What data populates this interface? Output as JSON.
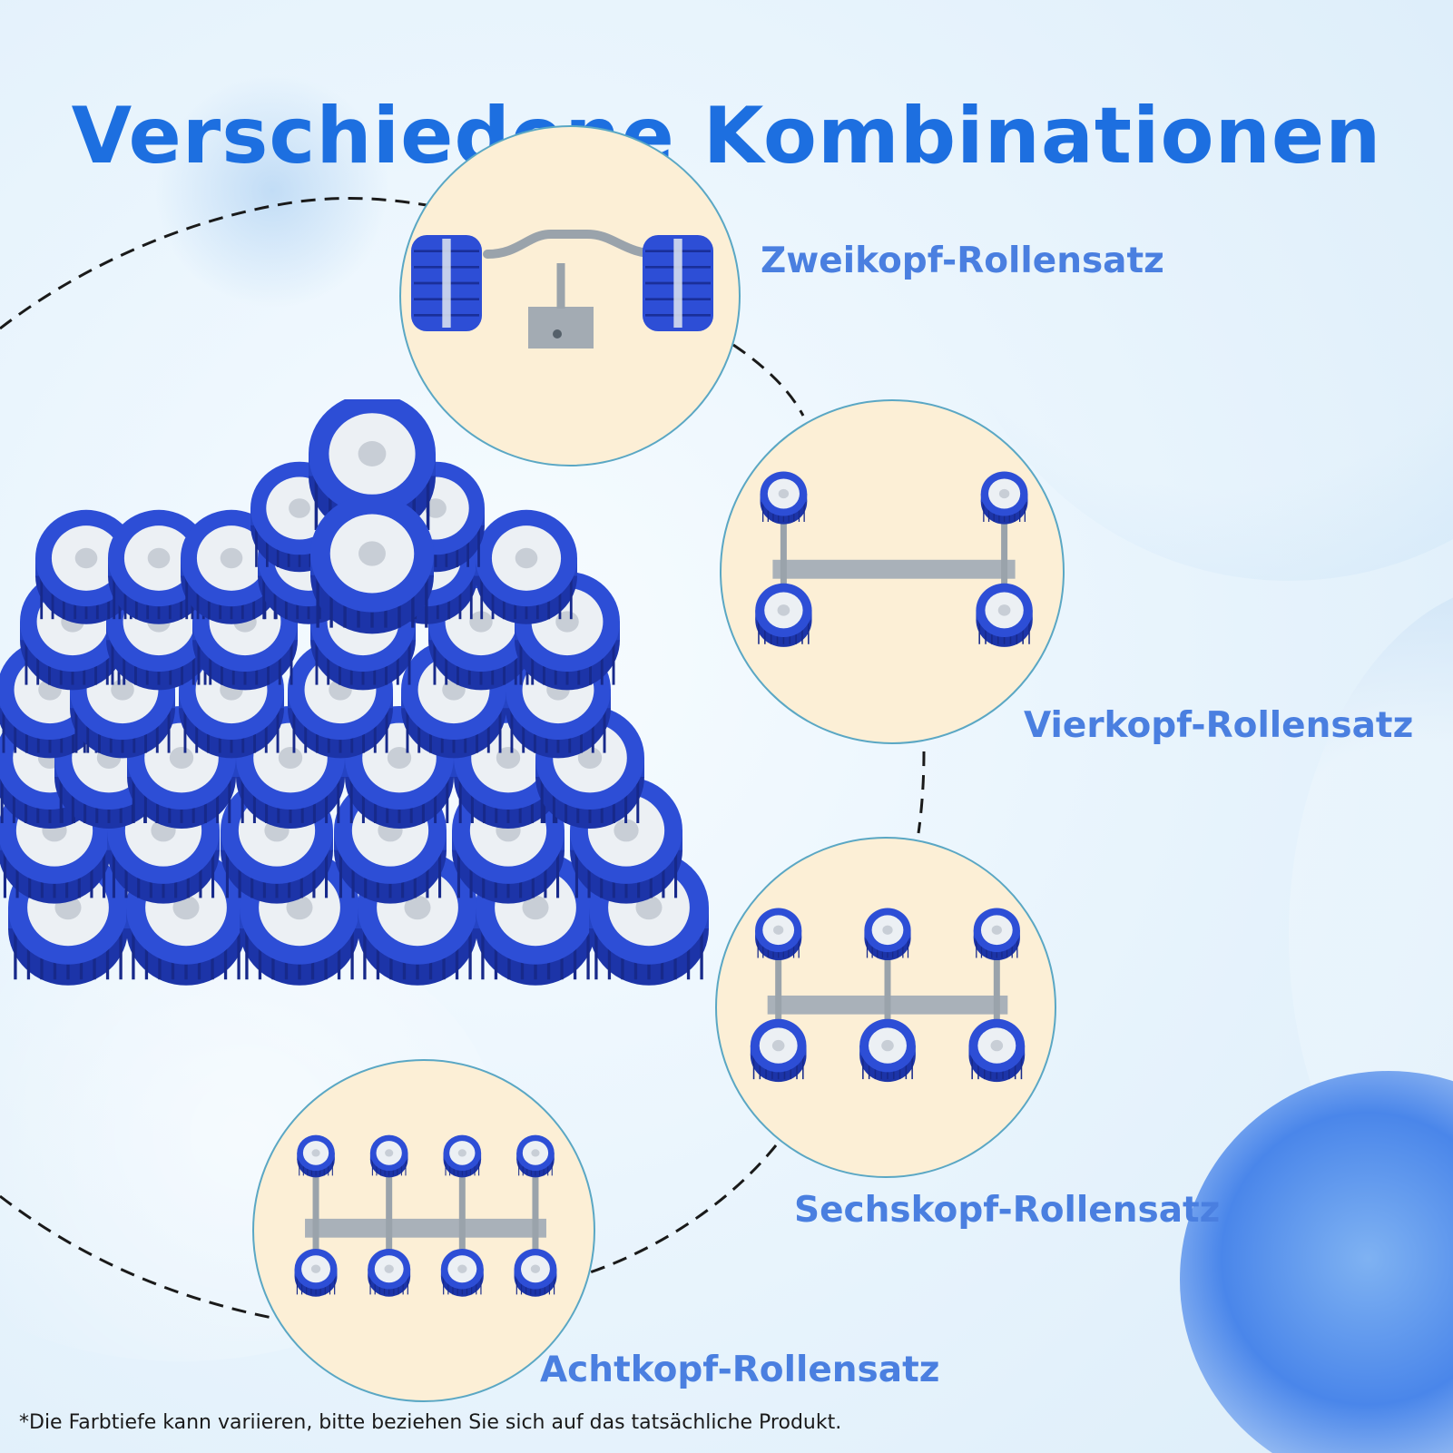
{
  "title": "Verschiedene Kombinationen",
  "colors": {
    "title": "#1d6fe0",
    "label": "#4a7fe0",
    "roller_blue": "#2d4ed6",
    "roller_hub": "#ecf0f4",
    "circle_fill": "#fcefd6",
    "circle_border": "#5aa7c4"
  },
  "combinations": [
    {
      "label": "Zweikopf-Rollensatz",
      "rollers": 2
    },
    {
      "label": "Vierkopf-Rollensatz",
      "rollers": 4
    },
    {
      "label": "Sechskopf-Rollensatz",
      "rollers": 6
    },
    {
      "label": "Achtkopf-Rollensatz",
      "rollers": 8
    }
  ],
  "footnote": "*Die Farbtiefe kann variieren, bitte beziehen Sie sich auf das tatsächliche Produkt."
}
